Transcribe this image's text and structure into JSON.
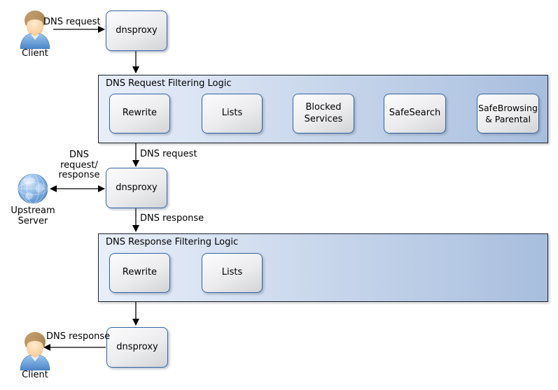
{
  "nodes": {
    "client_top_label": "Client",
    "dnsproxy_top_label": "dnsproxy",
    "dnsproxy_mid_label": "dnsproxy",
    "dnsproxy_bottom_label": "dnsproxy",
    "upstream_label": "Upstream\nServer",
    "client_bottom_label": "Client"
  },
  "request_container": {
    "title": "DNS Request Filtering Logic",
    "boxes": [
      "Rewrite",
      "Lists",
      "Blocked Services",
      "SafeSearch",
      "SafeBrowsing & Parental"
    ]
  },
  "response_container": {
    "title": "DNS Response Filtering Logic",
    "boxes": [
      "Rewrite",
      "Lists"
    ]
  },
  "edge_labels": {
    "client_to_proxy": "DNS request",
    "filter_to_proxy": "DNS request",
    "proxy_to_filter": "DNS response",
    "upstream_exchange": "DNS\nrequest/\nresponse",
    "proxy_to_client": "DNS response"
  },
  "colors": {
    "container_border": "#1b2430",
    "container_fill_left": "#e9eff9",
    "container_fill_right": "#a8bede",
    "node_border": "#3465a4",
    "node_fill_top": "#fcfcfd",
    "node_fill_bottom": "#d2d4d7",
    "arrow": "#000000",
    "globe_blue": "#5b93d2",
    "avatar_shirt_blue": "#5e9ad8"
  }
}
